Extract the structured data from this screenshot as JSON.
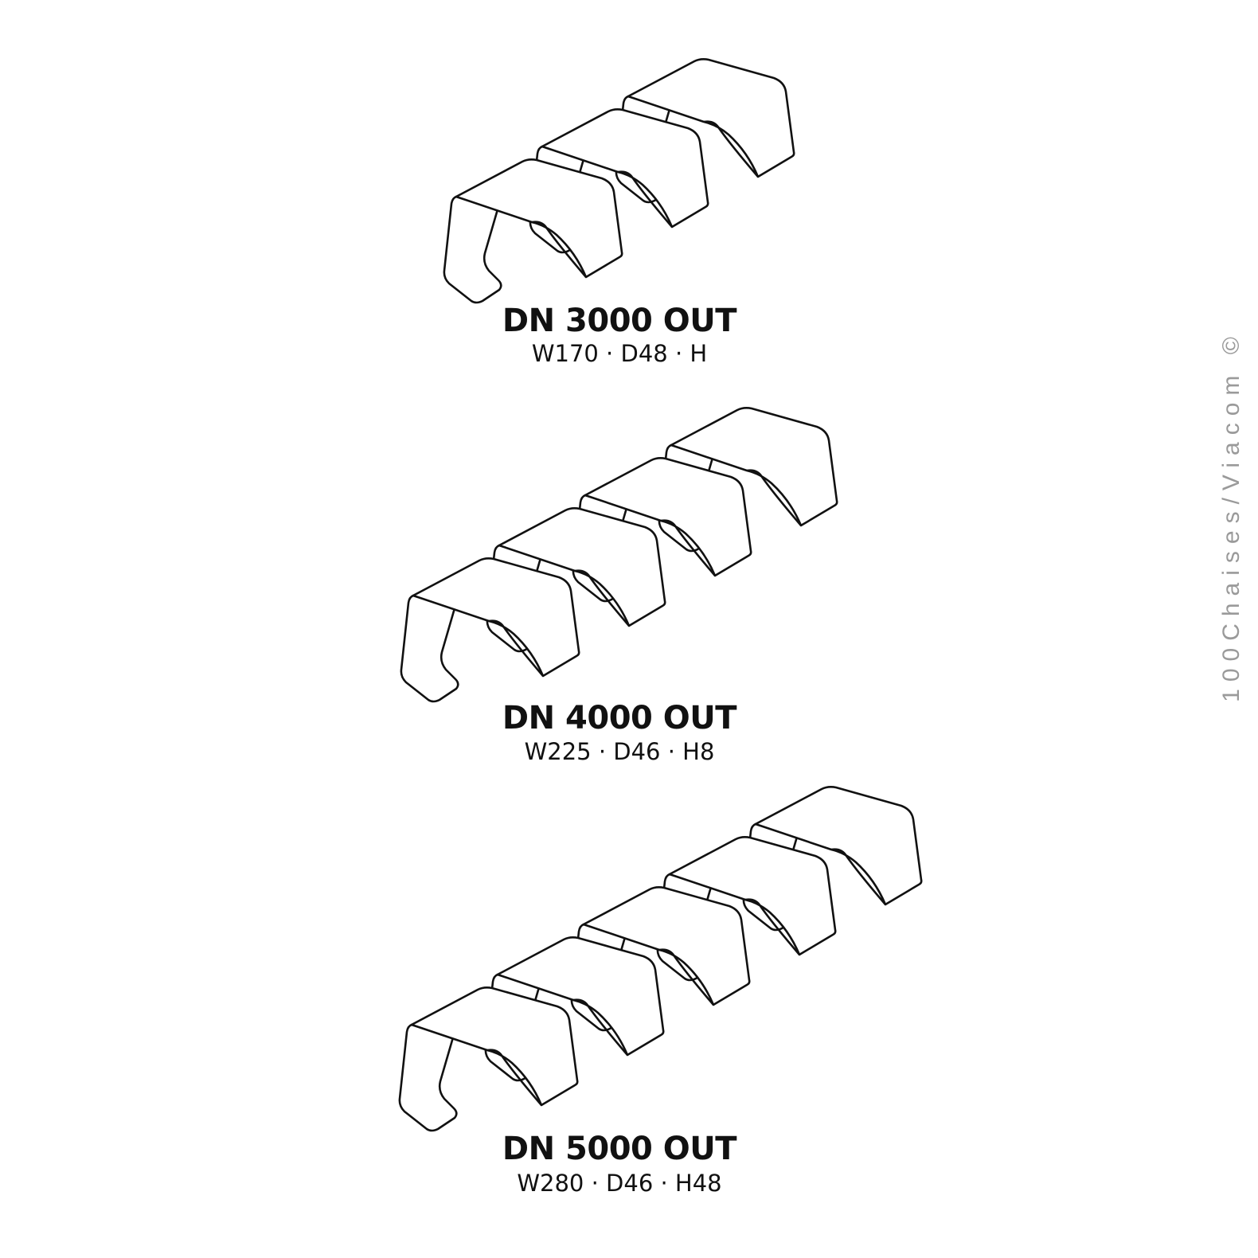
{
  "products": [
    {
      "name": "DN 3000 OUT",
      "dimensions": "W170 · D48 · H",
      "seats": 3
    },
    {
      "name": "DN 4000 OUT",
      "dimensions": "W225 · D46 · H8",
      "seats": 4
    },
    {
      "name": "DN 5000 OUT",
      "dimensions": "W280 · D46 · H48",
      "seats": 5
    }
  ],
  "watermark": "100Chaises/Viacom ©",
  "colors": {
    "line": "#111111",
    "watermark": "#9a9a9a"
  }
}
